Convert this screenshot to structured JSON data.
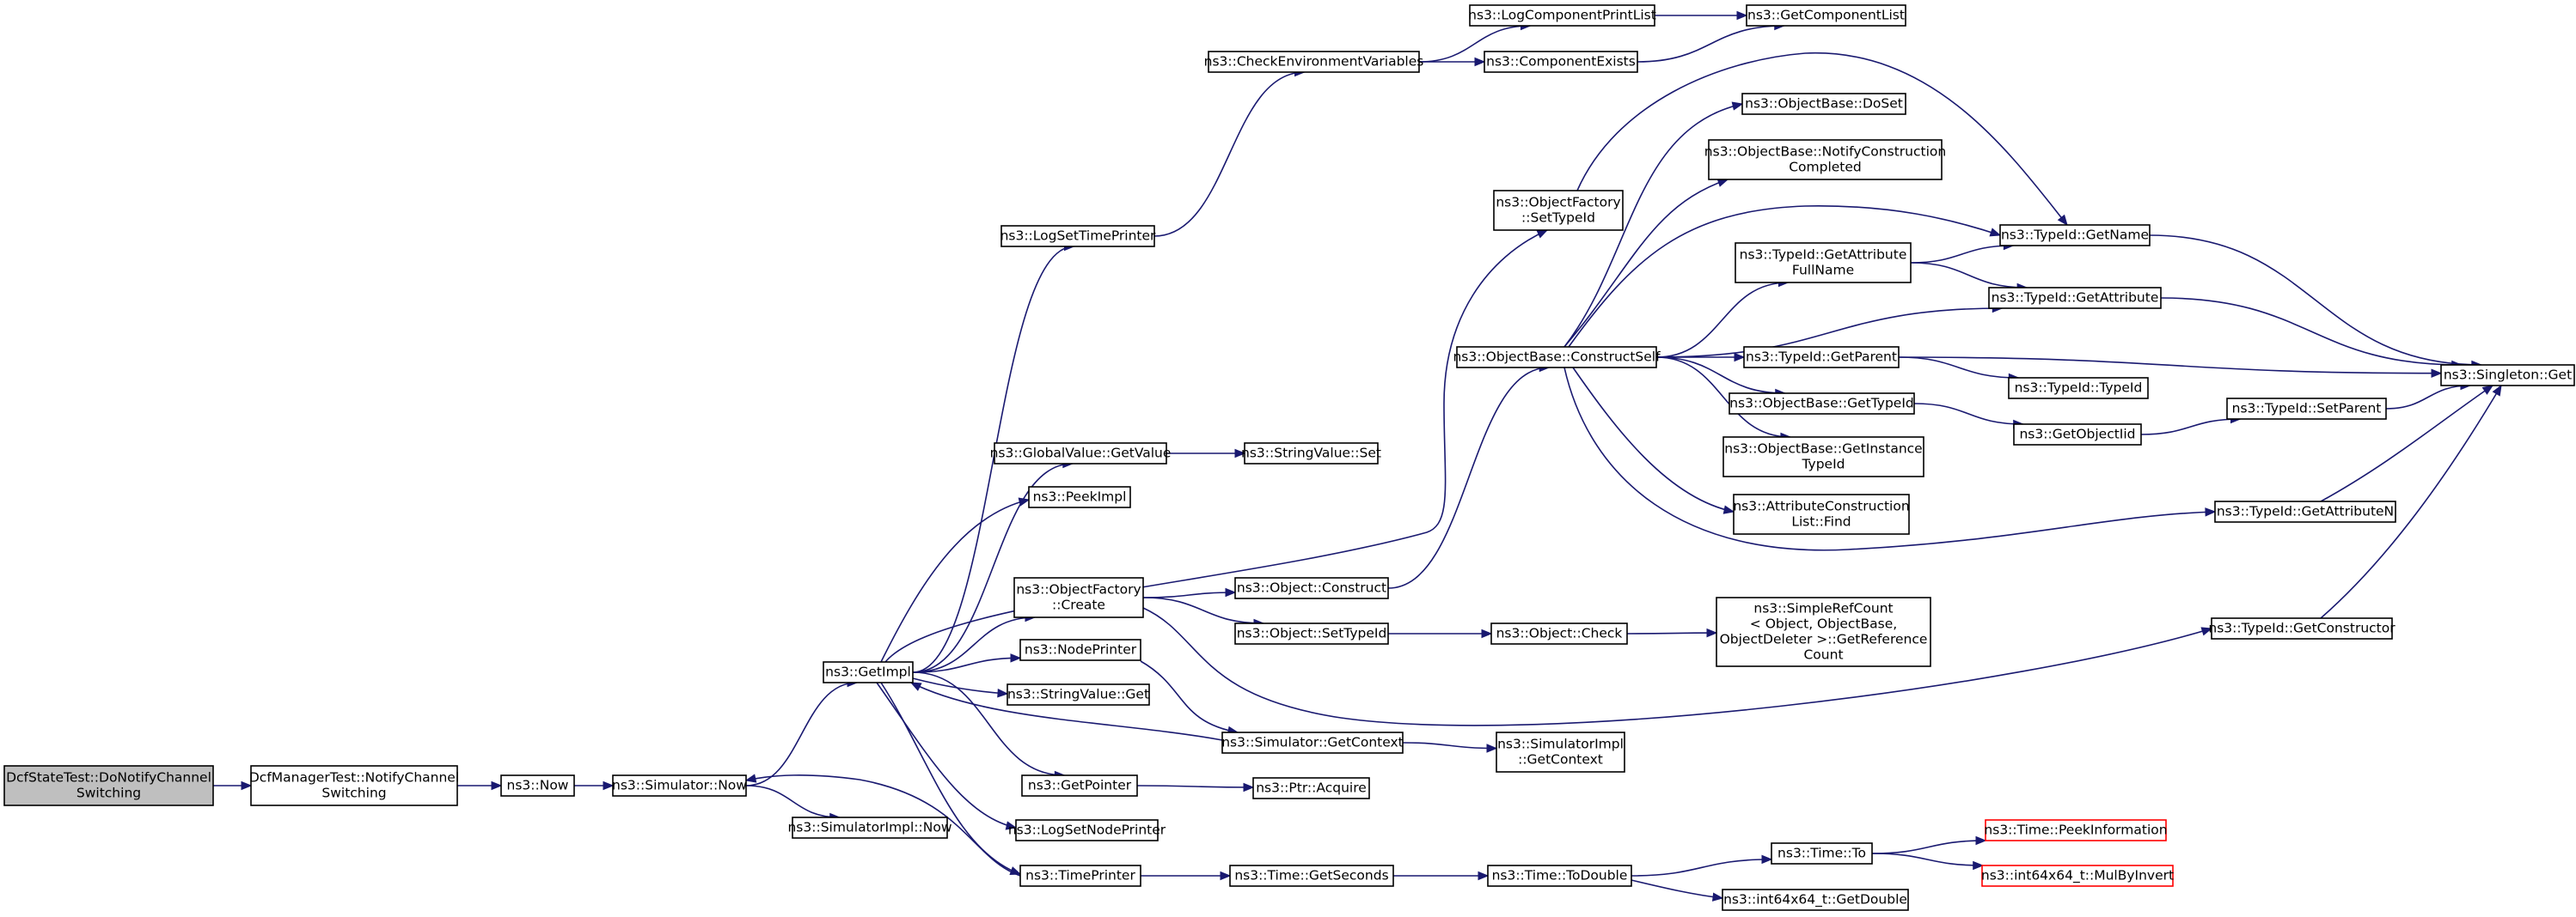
{
  "graph": {
    "title": "",
    "nodes": [
      {
        "id": "root",
        "lines": [
          "DcfStateTest::DoNotifyChannel",
          "Switching"
        ],
        "kind": "root"
      },
      {
        "id": "dmt",
        "lines": [
          "DcfManagerTest::NotifyChannel",
          "Switching"
        ]
      },
      {
        "id": "now",
        "lines": [
          "ns3::Now"
        ]
      },
      {
        "id": "simnow",
        "lines": [
          "ns3::Simulator::Now"
        ]
      },
      {
        "id": "simimplnow",
        "lines": [
          "ns3::SimulatorImpl::Now"
        ]
      },
      {
        "id": "getimpl",
        "lines": [
          "ns3::GetImpl"
        ]
      },
      {
        "id": "logsettp",
        "lines": [
          "ns3::LogSetTimePrinter"
        ]
      },
      {
        "id": "checkenv",
        "lines": [
          "ns3::CheckEnvironmentVariables"
        ]
      },
      {
        "id": "logcpl",
        "lines": [
          "ns3::LogComponentPrintList"
        ]
      },
      {
        "id": "getcl",
        "lines": [
          "ns3::GetComponentList"
        ]
      },
      {
        "id": "compexists",
        "lines": [
          "ns3::ComponentExists"
        ]
      },
      {
        "id": "gvgetvalue",
        "lines": [
          "ns3::GlobalValue::GetValue"
        ]
      },
      {
        "id": "svset",
        "lines": [
          "ns3::StringValue::Set"
        ]
      },
      {
        "id": "peekimpl",
        "lines": [
          "ns3::PeekImpl"
        ]
      },
      {
        "id": "ofcreate",
        "lines": [
          "ns3::ObjectFactory",
          "::Create"
        ]
      },
      {
        "id": "objconstruct",
        "lines": [
          "ns3::Object::Construct"
        ]
      },
      {
        "id": "objsettypeid",
        "lines": [
          "ns3::Object::SetTypeId"
        ]
      },
      {
        "id": "objcheck",
        "lines": [
          "ns3::Object::Check"
        ]
      },
      {
        "id": "simplerefcount",
        "lines": [
          "ns3::SimpleRefCount",
          "< Object, ObjectBase,",
          "ObjectDeleter >::GetReference",
          "Count"
        ]
      },
      {
        "id": "nodeprinter",
        "lines": [
          "ns3::NodePrinter"
        ]
      },
      {
        "id": "svget",
        "lines": [
          "ns3::StringValue::Get"
        ]
      },
      {
        "id": "simgetctx",
        "lines": [
          "ns3::Simulator::GetContext"
        ]
      },
      {
        "id": "simimplgetctx",
        "lines": [
          "ns3::SimulatorImpl",
          "::GetContext"
        ]
      },
      {
        "id": "getpointer",
        "lines": [
          "ns3::GetPointer"
        ]
      },
      {
        "id": "ptracquire",
        "lines": [
          "ns3::Ptr::Acquire"
        ]
      },
      {
        "id": "logsetnp",
        "lines": [
          "ns3::LogSetNodePrinter"
        ]
      },
      {
        "id": "timeprinter",
        "lines": [
          "ns3::TimePrinter"
        ]
      },
      {
        "id": "timegetsec",
        "lines": [
          "ns3::Time::GetSeconds"
        ]
      },
      {
        "id": "timetodouble",
        "lines": [
          "ns3::Time::ToDouble"
        ]
      },
      {
        "id": "timeto",
        "lines": [
          "ns3::Time::To"
        ]
      },
      {
        "id": "peekinfo",
        "lines": [
          "ns3::Time::PeekInformation"
        ],
        "kind": "trunc"
      },
      {
        "id": "mulbyinvert",
        "lines": [
          "ns3::int64x64_t::MulByInvert"
        ],
        "kind": "trunc"
      },
      {
        "id": "getdouble",
        "lines": [
          "ns3::int64x64_t::GetDouble"
        ]
      },
      {
        "id": "ofsettypeid",
        "lines": [
          "ns3::ObjectFactory",
          "::SetTypeId"
        ]
      },
      {
        "id": "obconstructself",
        "lines": [
          "ns3::ObjectBase::ConstructSelf"
        ]
      },
      {
        "id": "obdoset",
        "lines": [
          "ns3::ObjectBase::DoSet"
        ]
      },
      {
        "id": "obnotify",
        "lines": [
          "ns3::ObjectBase::NotifyConstruction",
          "Completed"
        ]
      },
      {
        "id": "tidgetattrfull",
        "lines": [
          "ns3::TypeId::GetAttribute",
          "FullName"
        ]
      },
      {
        "id": "tidgetname",
        "lines": [
          "ns3::TypeId::GetName"
        ]
      },
      {
        "id": "tidgetattr",
        "lines": [
          "ns3::TypeId::GetAttribute"
        ]
      },
      {
        "id": "tidgetparent",
        "lines": [
          "ns3::TypeId::GetParent"
        ]
      },
      {
        "id": "tidtypeid",
        "lines": [
          "ns3::TypeId::TypeId"
        ]
      },
      {
        "id": "obgettypeid",
        "lines": [
          "ns3::ObjectBase::GetTypeId"
        ]
      },
      {
        "id": "getobjectiid",
        "lines": [
          "ns3::GetObjectIid"
        ]
      },
      {
        "id": "tidsetparent",
        "lines": [
          "ns3::TypeId::SetParent"
        ]
      },
      {
        "id": "obgetinstance",
        "lines": [
          "ns3::ObjectBase::GetInstance",
          "TypeId"
        ]
      },
      {
        "id": "acfind",
        "lines": [
          "ns3::AttributeConstruction",
          "List::Find"
        ]
      },
      {
        "id": "tidgetattrn",
        "lines": [
          "ns3::TypeId::GetAttributeN"
        ]
      },
      {
        "id": "tidgetctor",
        "lines": [
          "ns3::TypeId::GetConstructor"
        ]
      },
      {
        "id": "singletonget",
        "lines": [
          "ns3::Singleton::Get"
        ]
      }
    ],
    "edges": [
      [
        "root",
        "dmt"
      ],
      [
        "dmt",
        "now"
      ],
      [
        "now",
        "simnow"
      ],
      [
        "simnow",
        "getimpl"
      ],
      [
        "simnow",
        "simimplnow"
      ],
      [
        "getimpl",
        "logsettp"
      ],
      [
        "logsettp",
        "checkenv"
      ],
      [
        "checkenv",
        "logcpl"
      ],
      [
        "checkenv",
        "compexists"
      ],
      [
        "logcpl",
        "getcl"
      ],
      [
        "compexists",
        "getcl"
      ],
      [
        "getimpl",
        "gvgetvalue"
      ],
      [
        "gvgetvalue",
        "svset"
      ],
      [
        "getimpl",
        "peekimpl"
      ],
      [
        "getimpl",
        "ofcreate"
      ],
      [
        "ofcreate",
        "objconstruct"
      ],
      [
        "ofcreate",
        "objsettypeid"
      ],
      [
        "ofcreate",
        "tidgetctor"
      ],
      [
        "objsettypeid",
        "objcheck"
      ],
      [
        "objcheck",
        "simplerefcount"
      ],
      [
        "objconstruct",
        "obconstructself"
      ],
      [
        "getimpl",
        "nodeprinter"
      ],
      [
        "nodeprinter",
        "simgetctx"
      ],
      [
        "getimpl",
        "svget"
      ],
      [
        "simgetctx",
        "getimpl"
      ],
      [
        "simgetctx",
        "simimplgetctx"
      ],
      [
        "getimpl",
        "getpointer"
      ],
      [
        "getpointer",
        "ptracquire"
      ],
      [
        "getimpl",
        "logsetnp"
      ],
      [
        "getimpl",
        "timeprinter"
      ],
      [
        "timeprinter",
        "simnow"
      ],
      [
        "timeprinter",
        "timegetsec"
      ],
      [
        "timegetsec",
        "timetodouble"
      ],
      [
        "timetodouble",
        "timeto"
      ],
      [
        "timetodouble",
        "getdouble"
      ],
      [
        "timeto",
        "peekinfo"
      ],
      [
        "timeto",
        "mulbyinvert"
      ],
      [
        "getimpl",
        "ofsettypeid"
      ],
      [
        "ofsettypeid",
        "tidgetname"
      ],
      [
        "obconstructself",
        "obdoset"
      ],
      [
        "obconstructself",
        "obnotify"
      ],
      [
        "obconstructself",
        "tidgetattrfull"
      ],
      [
        "obconstructself",
        "tidgetname"
      ],
      [
        "obconstructself",
        "tidgetattr"
      ],
      [
        "obconstructself",
        "tidgetparent"
      ],
      [
        "obconstructself",
        "obgettypeid"
      ],
      [
        "obconstructself",
        "obgetinstance"
      ],
      [
        "obconstructself",
        "acfind"
      ],
      [
        "obconstructself",
        "tidgetattrn"
      ],
      [
        "tidgetattrfull",
        "tidgetname"
      ],
      [
        "tidgetattrfull",
        "tidgetattr"
      ],
      [
        "tidgetname",
        "singletonget"
      ],
      [
        "tidgetattr",
        "singletonget"
      ],
      [
        "tidgetparent",
        "singletonget"
      ],
      [
        "tidgetparent",
        "tidtypeid"
      ],
      [
        "obgettypeid",
        "getobjectiid"
      ],
      [
        "getobjectiid",
        "tidsetparent"
      ],
      [
        "tidsetparent",
        "singletonget"
      ],
      [
        "tidgetattrn",
        "singletonget"
      ],
      [
        "tidgetctor",
        "singletonget"
      ]
    ]
  },
  "colors": {
    "edge": "#191970",
    "root_fill": "#bfbfbf",
    "trunc_border": "#ff0000"
  }
}
